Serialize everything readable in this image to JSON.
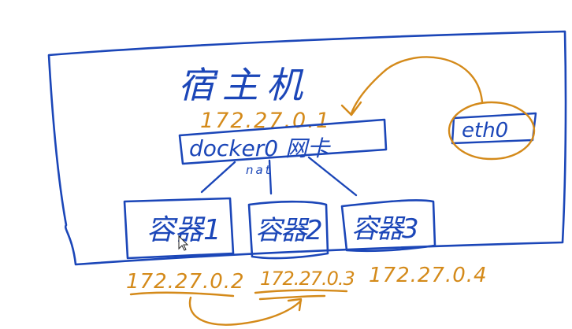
{
  "title": "宿主机",
  "host_bridge": {
    "label": "docker0 网卡",
    "ip": "172.27.0.1"
  },
  "nat_label": "nat",
  "external_nic": {
    "label": "eth0"
  },
  "containers": [
    {
      "label": "容器1",
      "ip": "172.27.0.2"
    },
    {
      "label": "容器2",
      "ip": "172.27.0.3"
    },
    {
      "label": "容器3",
      "ip": "172.27.0.4"
    }
  ],
  "colors": {
    "ink_blue": "#1b46b8",
    "ink_orange": "#d48a1a",
    "background": "#ffffff"
  }
}
